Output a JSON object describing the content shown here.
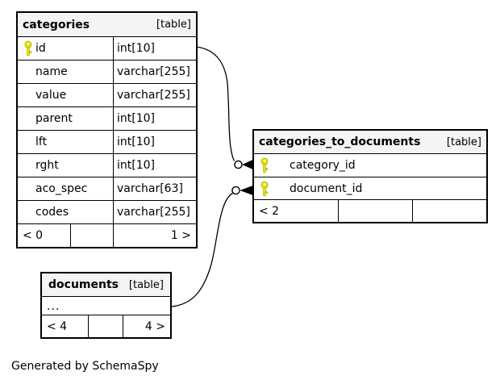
{
  "diagram": {
    "generated_note": "Generated by SchemaSpy",
    "colors": {
      "border": "#000000",
      "header_bg": "#f4f4f4",
      "key_icon": "#e3e300",
      "edge": "#000000"
    },
    "tables": {
      "categories": {
        "title": "categories",
        "tag": "[table]",
        "columns": [
          {
            "name": "id",
            "type": "int[10]",
            "primary_key": true
          },
          {
            "name": "name",
            "type": "varchar[255]",
            "primary_key": false
          },
          {
            "name": "value",
            "type": "varchar[255]",
            "primary_key": false
          },
          {
            "name": "parent",
            "type": "int[10]",
            "primary_key": false
          },
          {
            "name": "lft",
            "type": "int[10]",
            "primary_key": false
          },
          {
            "name": "rght",
            "type": "int[10]",
            "primary_key": false
          },
          {
            "name": "aco_spec",
            "type": "varchar[63]",
            "primary_key": false
          },
          {
            "name": "codes",
            "type": "varchar[255]",
            "primary_key": false
          }
        ],
        "footer": {
          "left": "< 0",
          "mid": "",
          "right": "1 >"
        }
      },
      "categories_to_documents": {
        "title": "categories_to_documents",
        "tag": "[table]",
        "columns": [
          {
            "name": "category_id",
            "primary_key": true
          },
          {
            "name": "document_id",
            "primary_key": true
          }
        ],
        "footer": {
          "left": "< 2",
          "mid": "",
          "right": ""
        }
      },
      "documents": {
        "title": "documents",
        "tag": "[table]",
        "ellipsis": "...",
        "footer": {
          "left": "< 4",
          "mid": "",
          "right": "4 >"
        }
      }
    },
    "relationships": [
      {
        "from": "categories.id",
        "to": "categories_to_documents.category_id"
      },
      {
        "from": "documents",
        "to": "categories_to_documents.document_id"
      }
    ]
  }
}
